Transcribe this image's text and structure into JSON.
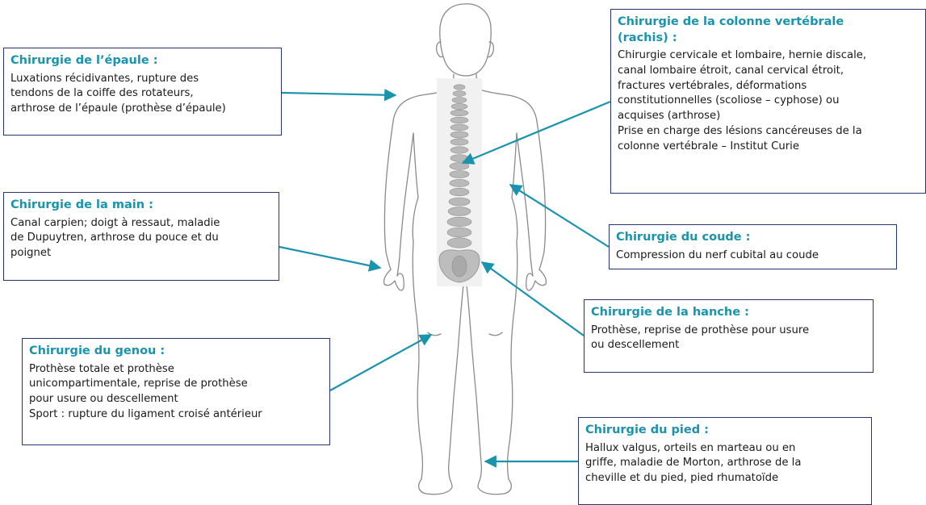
{
  "colors": {
    "accent": "#1a93ad",
    "box_border": "#25356f",
    "body_outline": "#8a8a8a",
    "spine": "#bcbcbc"
  },
  "figure": {
    "name": "human-body-outline",
    "spine": "spine-illustration"
  },
  "boxes": {
    "epaule": {
      "title": "Chirurgie de l’épaule  :",
      "lines": [
        "Luxations récidivantes, rupture des",
        "tendons de la coiffe des rotateurs,",
        "arthrose de l’épaule (prothèse d’épaule)"
      ]
    },
    "main": {
      "title": "Chirurgie de la main :",
      "lines": [
        "Canal carpien; doigt à ressaut, maladie",
        "de Dupuytren, arthrose du pouce et du",
        "poignet"
      ]
    },
    "genou": {
      "title": "Chirurgie du genou :",
      "lines": [
        "Prothèse totale et prothèse",
        "unicompartimentale, reprise de prothèse",
        "pour usure ou descellement",
        "Sport : rupture du ligament croisé antérieur"
      ]
    },
    "colonne": {
      "title_lines": [
        "Chirurgie de la colonne vertébrale",
        "(rachis) :"
      ],
      "lines": [
        "Chirurgie cervicale et lombaire, hernie discale,",
        "canal lombaire étroit, canal cervical étroit,",
        "fractures vertébrales, déformations",
        "constitutionnelles (scoliose – cyphose) ou",
        "acquises (arthrose)",
        "Prise en charge des lésions cancéreuses de la",
        "colonne vertébrale – Institut Curie"
      ]
    },
    "coude": {
      "title": "Chirurgie du coude :",
      "lines": [
        "Compression du nerf cubital au coude"
      ]
    },
    "hanche": {
      "title": "Chirurgie de la hanche :",
      "lines": [
        "Prothèse, reprise de prothèse pour usure",
        "ou descellement"
      ]
    },
    "pied": {
      "title": "Chirurgie du pied :",
      "lines": [
        "Hallux valgus, orteils en marteau ou en",
        "griffe, maladie de Morton, arthrose de la",
        "cheville et du pied, pied rhumatoïde"
      ]
    }
  }
}
